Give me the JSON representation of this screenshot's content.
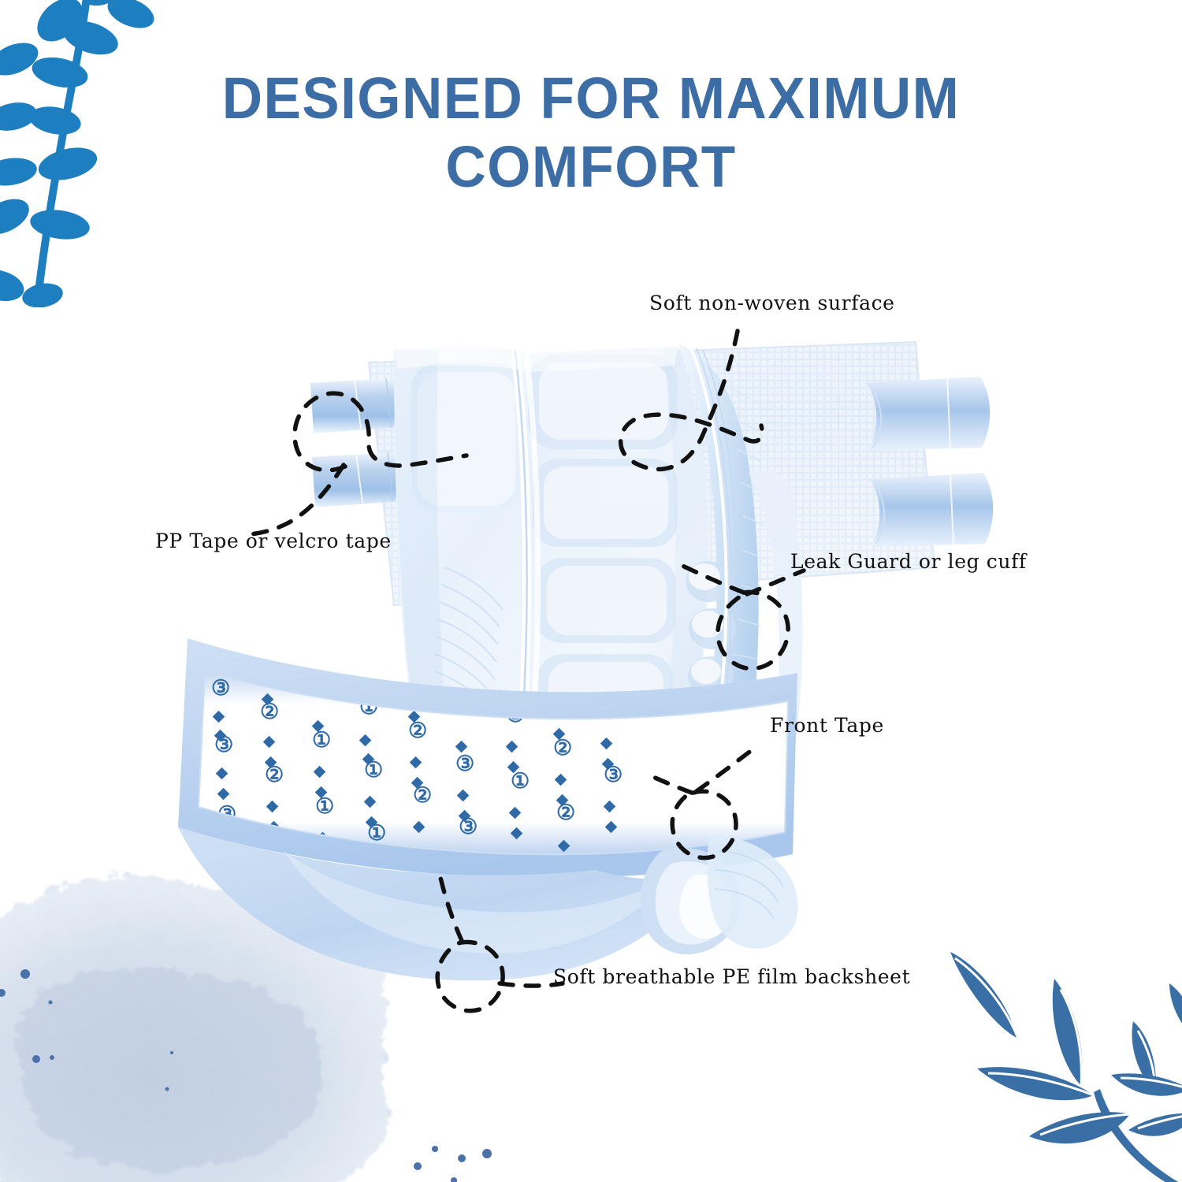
{
  "page": {
    "background_color": "#ffffff",
    "accent_blue": "#3c6ea5",
    "leaf_blue_top": "#1d7fc0",
    "leaf_blue_bottom": "#3a6fa5",
    "label_color": "#111111"
  },
  "header": {
    "title_line1": "DESIGNED FOR MAXIMUM",
    "title_line2": "COMFORT"
  },
  "product": {
    "name": "adult-diaper-cutaway",
    "front_panel_pattern_numbers": [
      "1",
      "2",
      "3"
    ]
  },
  "callouts": [
    {
      "id": "soft-non-woven-surface",
      "label": "Soft non-woven surface"
    },
    {
      "id": "pp-tape-or-velcro-tape",
      "label": "PP Tape or velcro tape"
    },
    {
      "id": "leak-guard-or-leg-cuff",
      "label": "Leak Guard or leg cuff"
    },
    {
      "id": "front-tape",
      "label": "Front Tape"
    },
    {
      "id": "soft-breathable-pe-film-backsheet",
      "label": "Soft breathable PE film backsheet"
    }
  ],
  "decorations": {
    "top_left": "eucalyptus-branch",
    "bottom_right": "willow-leaf-branch",
    "bottom_left": "watercolor-splash"
  }
}
